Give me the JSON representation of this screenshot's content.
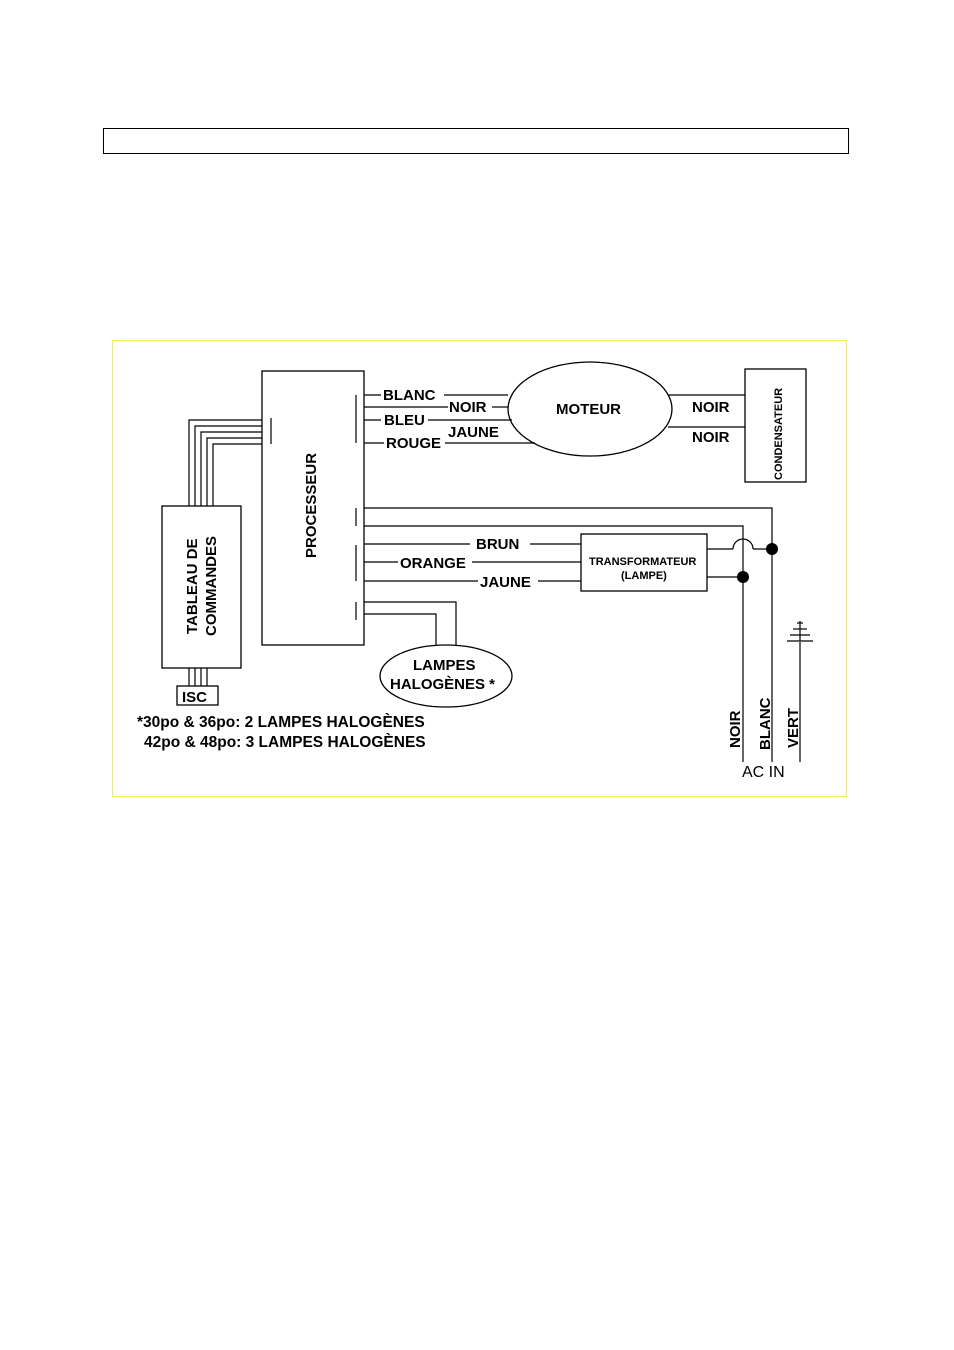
{
  "diagram": {
    "components": {
      "processor": "PROCESSEUR",
      "control_panel_line1": "TABLEAU DE",
      "control_panel_line2": "COMMANDES",
      "isc": "ISC",
      "motor": "MOTEUR",
      "capacitor": "CONDENSATEUR",
      "transformer_line1": "TRANSFORMATEUR",
      "transformer_line2": "(LAMPE)",
      "lamps_line1": "LAMPES",
      "lamps_line2": "HALOGÈNES *"
    },
    "wires": {
      "blanc": "BLANC",
      "bleu": "BLEU",
      "rouge": "ROUGE",
      "noir_motor_left": "NOIR",
      "jaune_motor": "JAUNE",
      "noir_cap_top": "NOIR",
      "noir_cap_bottom": "NOIR",
      "brun": "BRUN",
      "orange": "ORANGE",
      "jaune_transformer": "JAUNE"
    },
    "ac_in": {
      "noir": "NOIR",
      "blanc": "BLANC",
      "vert": "VERT",
      "label": "AC IN"
    },
    "notes": [
      "*30po & 36po: 2 LAMPES HALOGÈNES",
      "42po & 48po: 3 LAMPES HALOGÈNES"
    ]
  }
}
